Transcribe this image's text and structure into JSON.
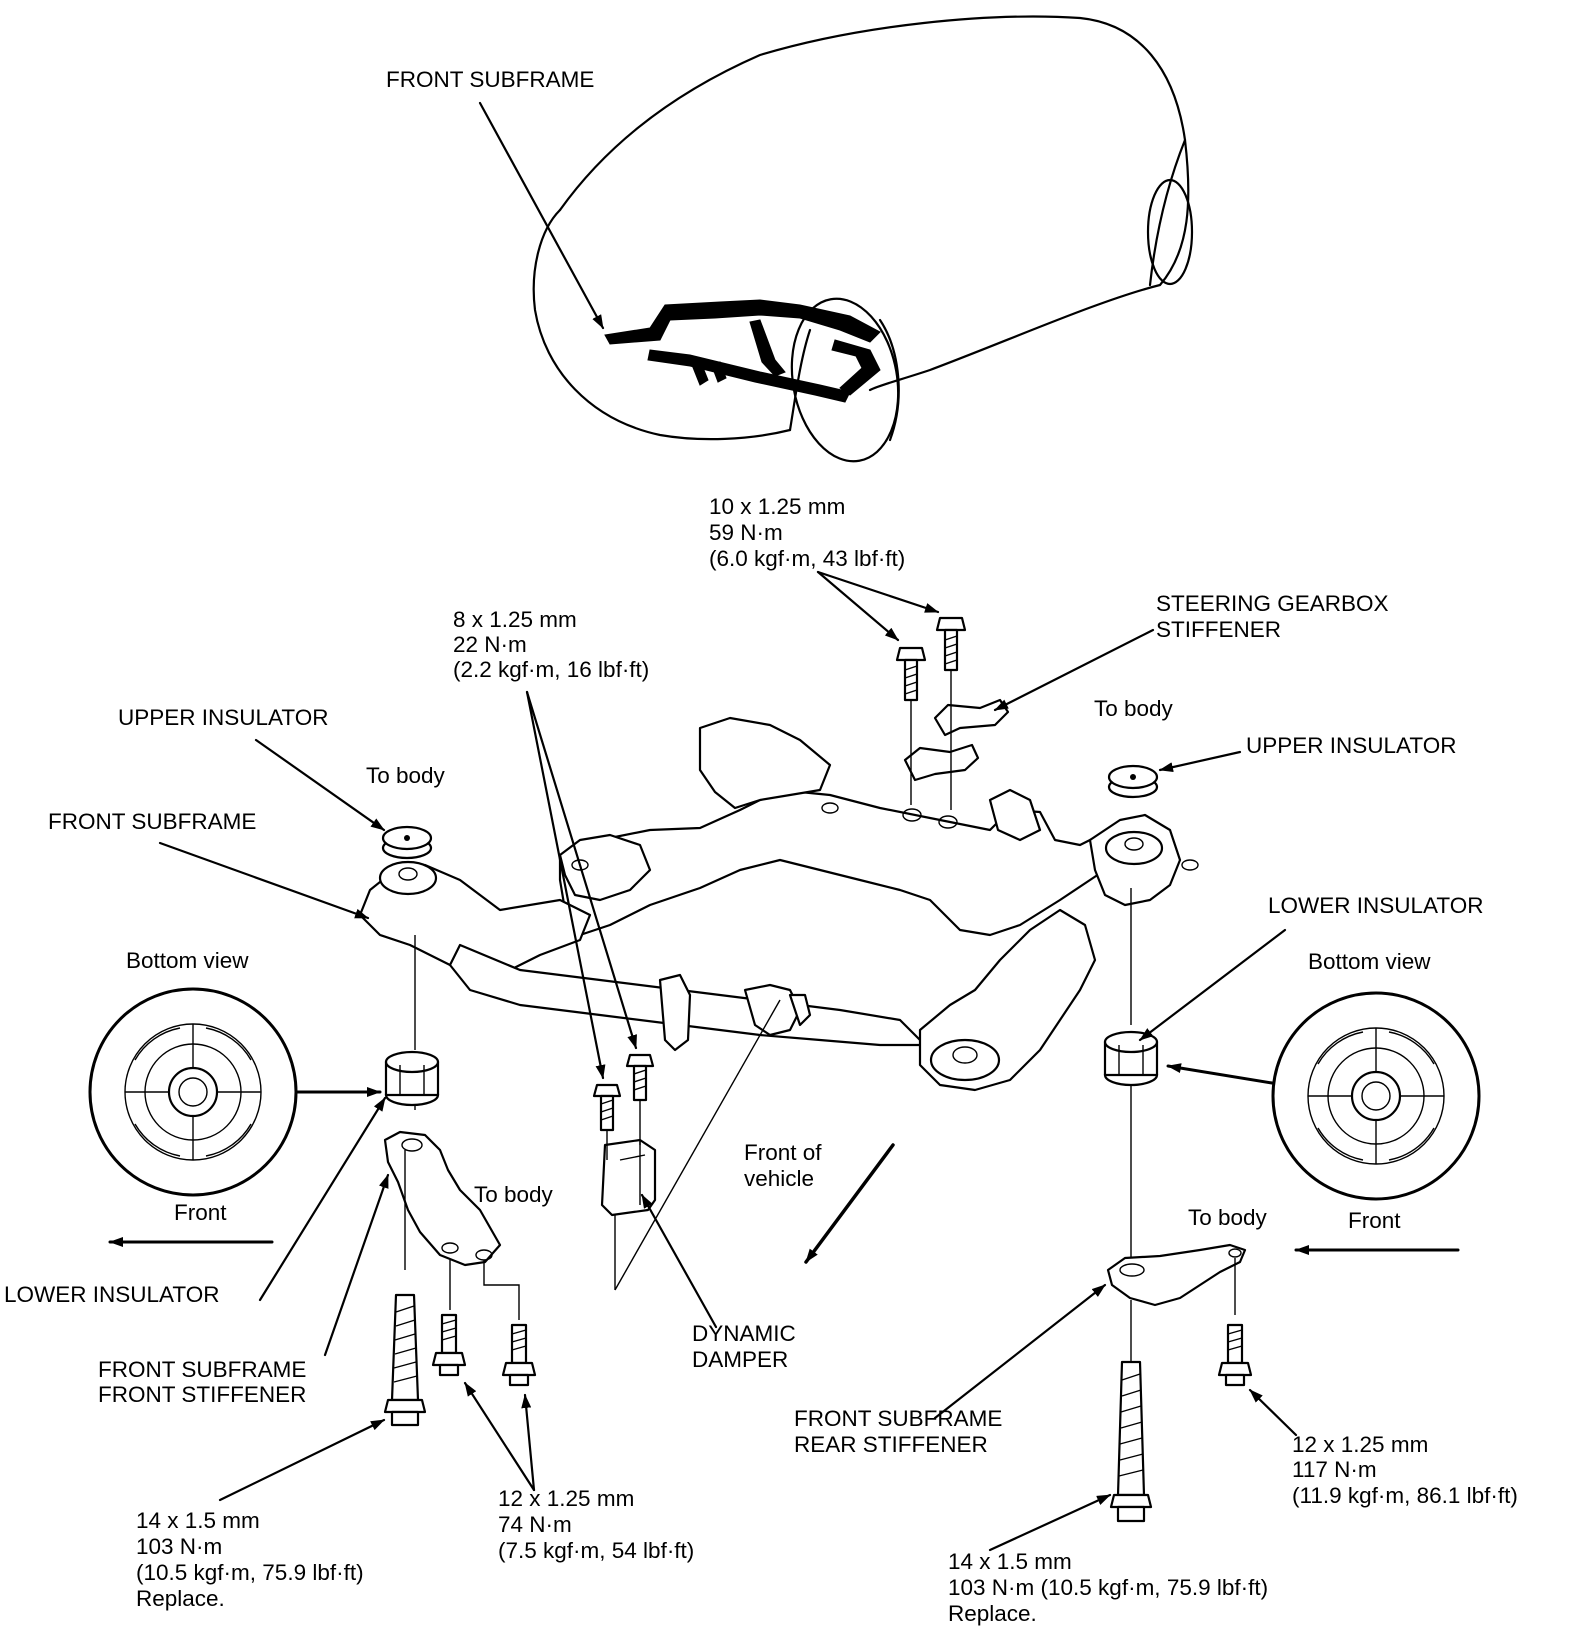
{
  "labels": {
    "front_subframe_top": "FRONT SUBFRAME",
    "bolt_10_size": "10 x 1.25 mm",
    "bolt_10_torque": "59 N·m",
    "bolt_10_torque_alt": "(6.0 kgf·m, 43 lbf·ft)",
    "bolt_8_size": "8 x 1.25 mm",
    "bolt_8_torque": "22 N·m",
    "bolt_8_torque_alt": "(2.2 kgf·m, 16 lbf·ft)",
    "steering_stiffener_1": "STEERING GEARBOX",
    "steering_stiffener_2": "STIFFENER",
    "upper_insulator_left": "UPPER INSULATOR",
    "upper_insulator_right": "UPPER INSULATOR",
    "to_body_upper_left": "To body",
    "to_body_upper_right": "To body",
    "to_body_lower_left": "To body",
    "to_body_lower_right": "To body",
    "front_subframe_left": "FRONT SUBFRAME",
    "lower_insulator_right": "LOWER INSULATOR",
    "lower_insulator_left": "LOWER INSULATOR",
    "bottom_view_left": "Bottom view",
    "bottom_view_right": "Bottom view",
    "front_left": "Front",
    "front_right": "Front",
    "front_of_vehicle_1": "Front of",
    "front_of_vehicle_2": "vehicle",
    "dynamic_damper_1": "DYNAMIC",
    "dynamic_damper_2": "DAMPER",
    "front_stiffener_1": "FRONT SUBFRAME",
    "front_stiffener_2": "FRONT STIFFENER",
    "rear_stiffener_1": "FRONT SUBFRAME",
    "rear_stiffener_2": "REAR STIFFENER",
    "bolt_12_right_size": "12 x 1.25 mm",
    "bolt_12_right_torque": "117 N·m",
    "bolt_12_right_torque_alt": "(11.9 kgf·m, 86.1 lbf·ft)",
    "bolt_12_left_size": "12 x 1.25 mm",
    "bolt_12_left_torque": "74 N·m",
    "bolt_12_left_torque_alt": "(7.5 kgf·m, 54 lbf·ft)",
    "bolt_14_left_size": "14 x 1.5 mm",
    "bolt_14_left_torque": "103 N·m",
    "bolt_14_left_torque_alt": "(10.5 kgf·m, 75.9 lbf·ft)",
    "bolt_14_left_note": "Replace.",
    "bolt_14_right_size": "14 x 1.5 mm",
    "bolt_14_right_torque": "103 N·m (10.5 kgf·m, 75.9 lbf·ft)",
    "bolt_14_right_note": "Replace."
  }
}
